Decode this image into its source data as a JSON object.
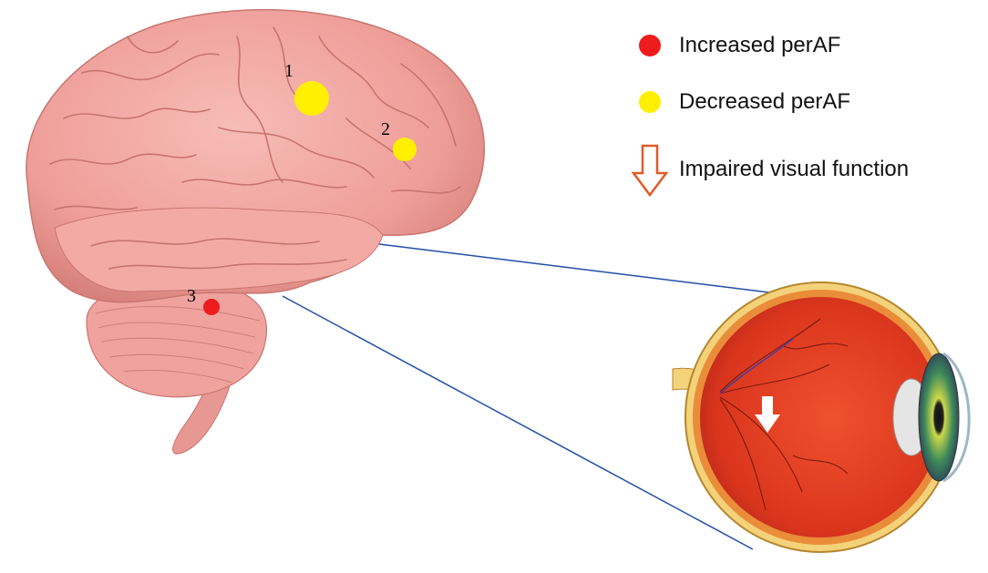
{
  "legend": {
    "items": [
      {
        "label": "Increased perAF",
        "color": "#ee1c1c",
        "icon": "red-dot-icon"
      },
      {
        "label": "Decreased perAF",
        "color": "#ffef00",
        "icon": "yellow-dot-icon"
      },
      {
        "label": "Impaired visual function",
        "color": "#e15a2a",
        "icon": "down-arrow-outline-icon"
      }
    ]
  },
  "regions": [
    {
      "number": "1",
      "type": "decreased",
      "color": "#ffef00"
    },
    {
      "number": "2",
      "type": "decreased",
      "color": "#ffef00"
    },
    {
      "number": "3",
      "type": "increased",
      "color": "#ee1c1c"
    }
  ],
  "colors": {
    "brain": "#f2a6a2",
    "brain_dark": "#d9837f",
    "connector_line": "#1f4fa8",
    "eye_interior": "#e23a22",
    "sclera": "#f4d27a"
  }
}
